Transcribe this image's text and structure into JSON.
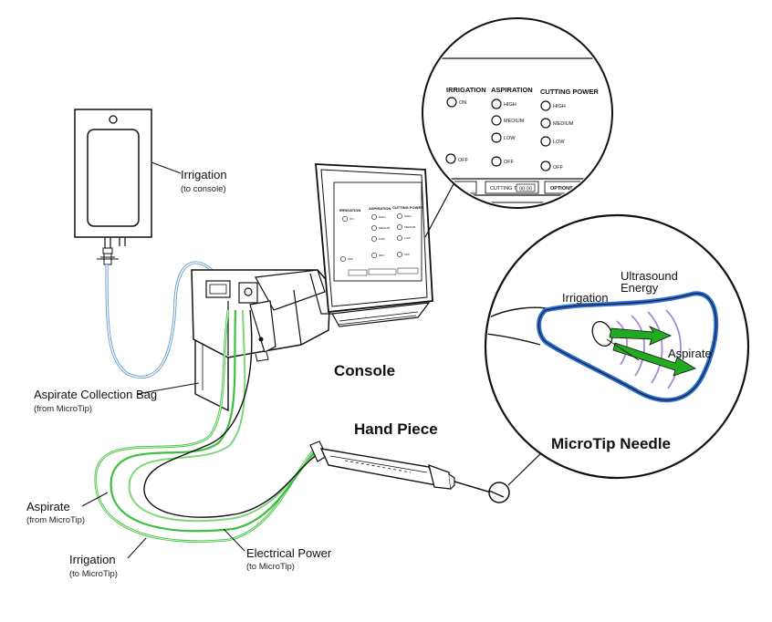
{
  "labels": {
    "irrigation_bag": "Irrigation",
    "irrigation_bag_sub": "(to console)",
    "collection_bag": "Aspirate Collection Bag",
    "collection_bag_sub": "(from MicroTip)",
    "aspirate": "Aspirate",
    "aspirate_sub": "(from MicroTip)",
    "irrigation_tube": "Irrigation",
    "irrigation_tube_sub": "(to MicroTip)",
    "electrical": "Electrical Power",
    "electrical_sub": "(to MicroTip)",
    "console": "Console",
    "hand_piece": "Hand Piece",
    "needle_title": "MicroTip Needle",
    "needle_irrigation": "Irrigation",
    "needle_ultrasound_1": "Ultrasound",
    "needle_ultrasound_2": "Energy",
    "needle_aspirate": "Aspirate"
  },
  "panel": {
    "irrigation_heading": "IRRIGATION",
    "aspiration_heading": "ASPIRATION",
    "cutting_heading": "CUTTING POWER",
    "on": "ON",
    "off": "OFF",
    "high": "HIGH",
    "medium": "MEDIUM",
    "low": "LOW",
    "cutting_time": "CUTTING TIME",
    "time_value": "00:00",
    "options": "OPTIONS"
  },
  "colors": {
    "irrigation_line": "#6a9fd4",
    "aspirate_line": "#3fbf3f",
    "needle_outline": "#2a6fd4",
    "aspirate_arrow": "#22aa22",
    "energy_waves": "#a58ad0"
  }
}
